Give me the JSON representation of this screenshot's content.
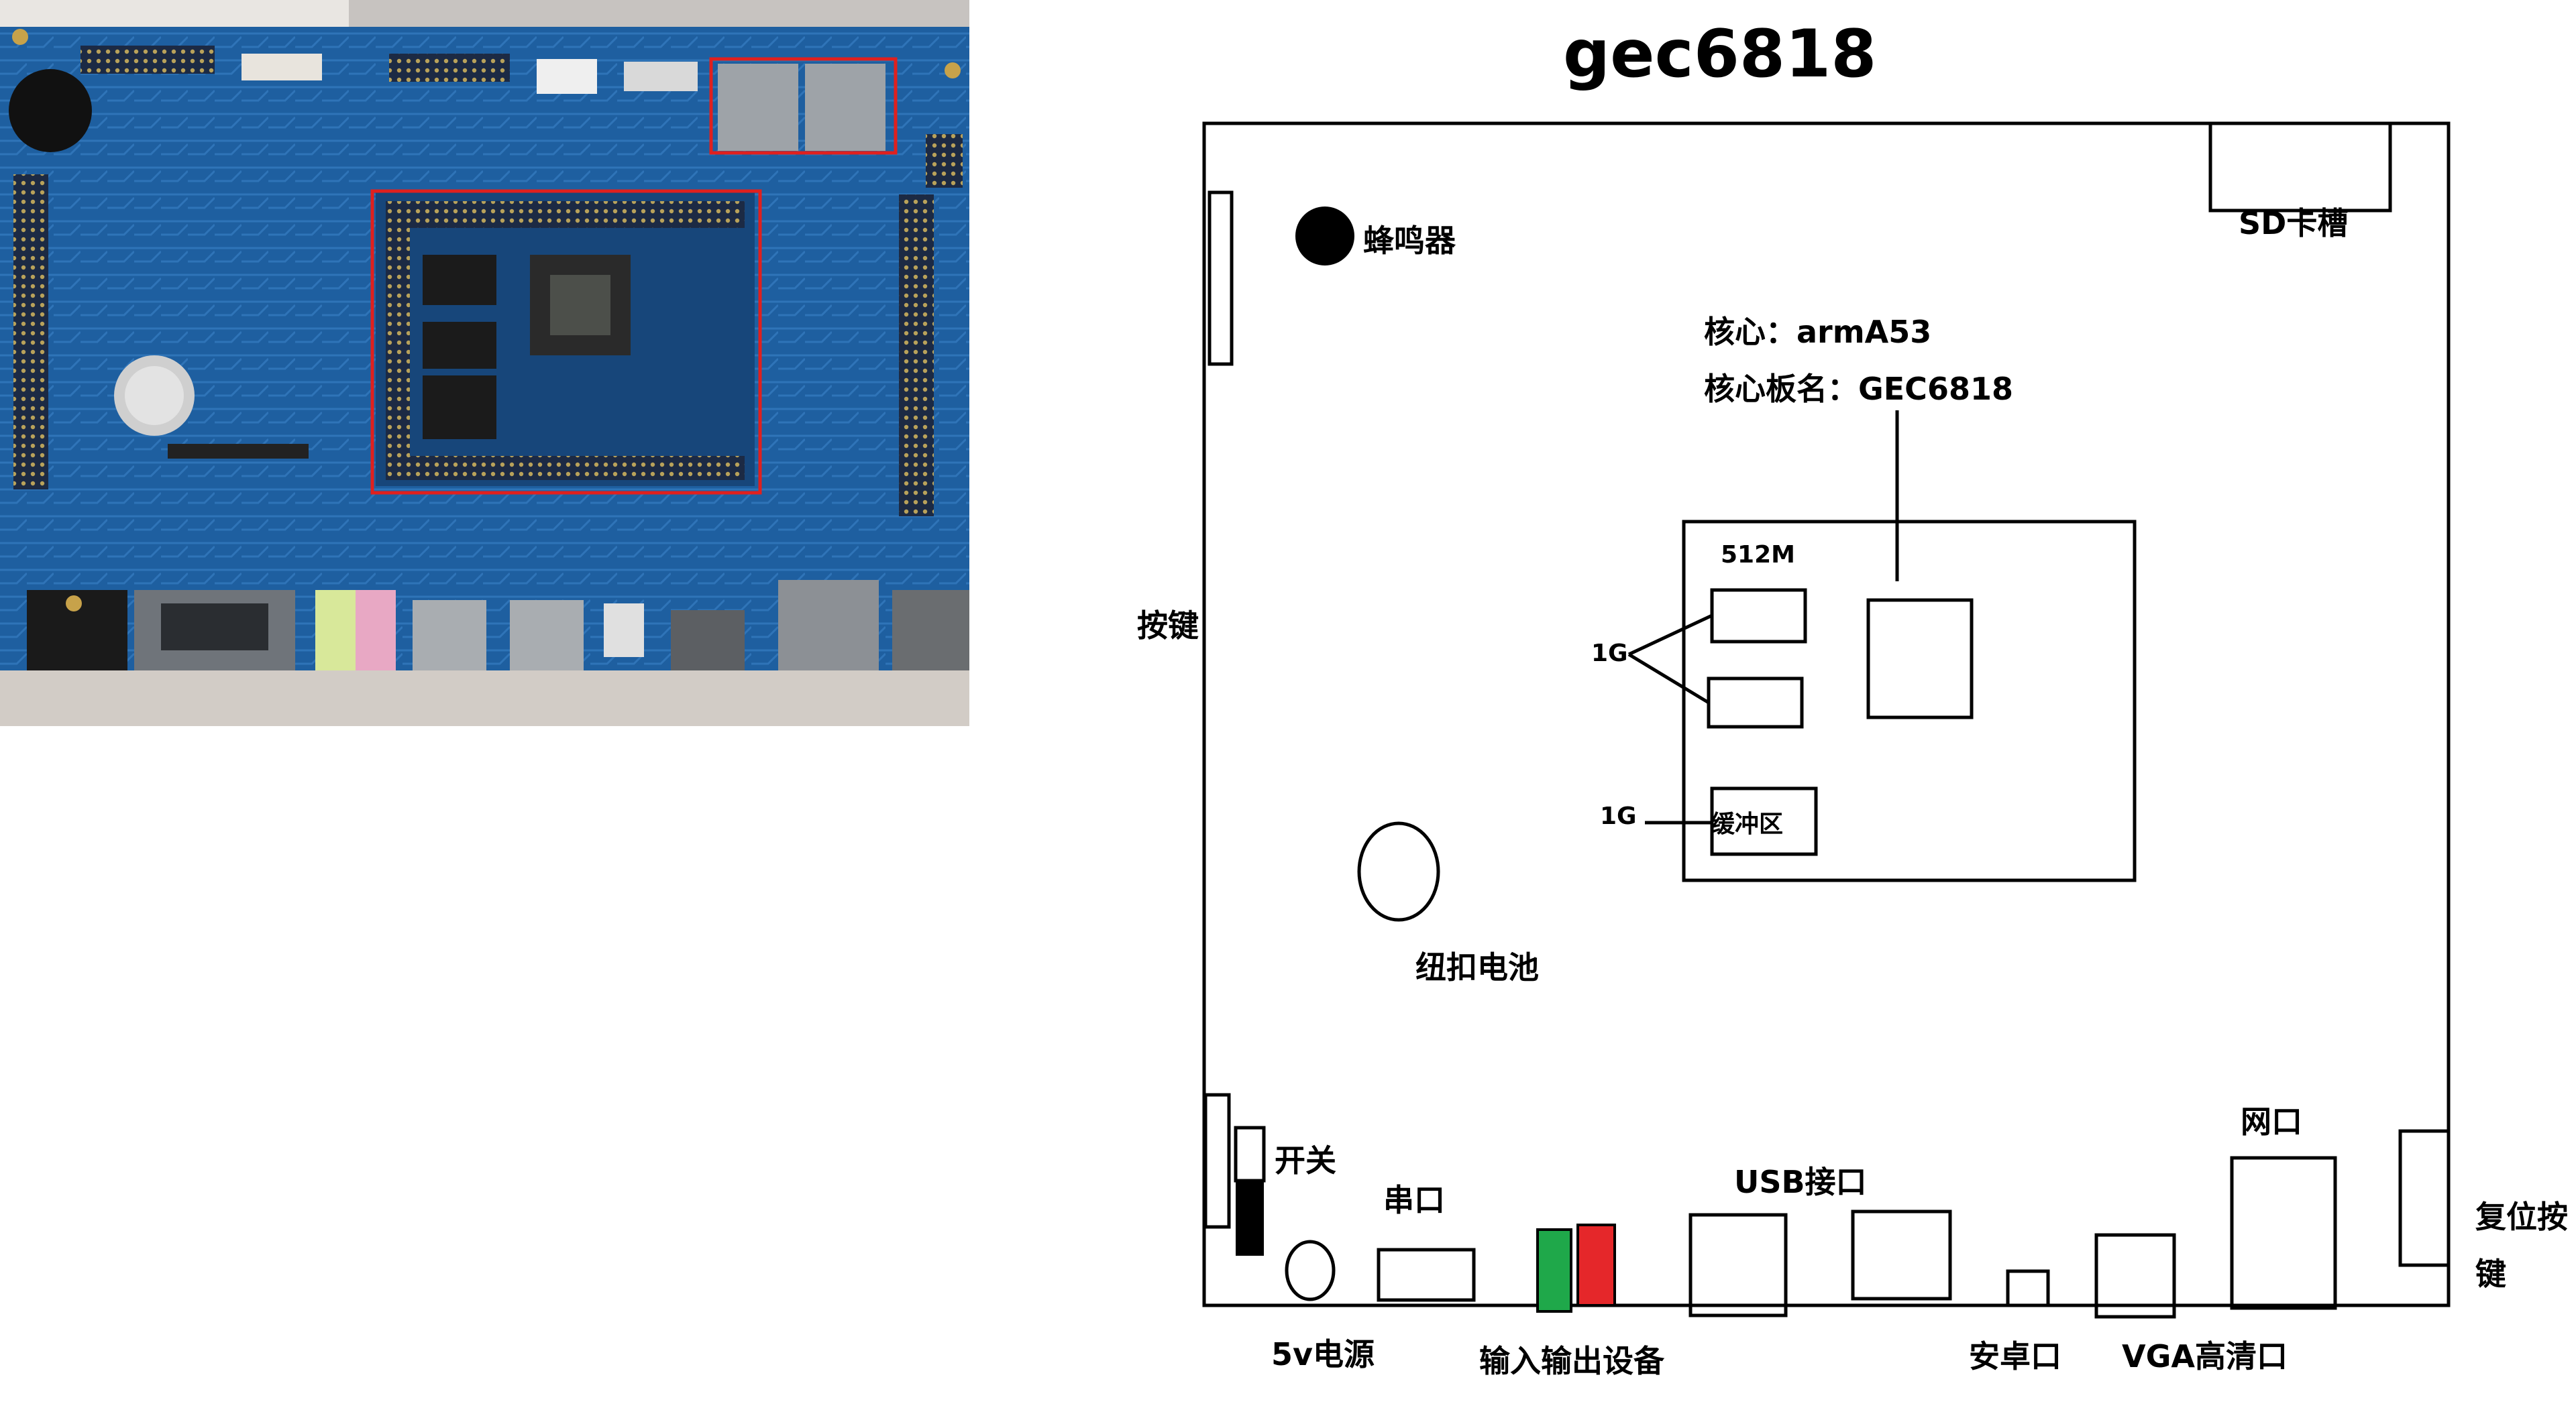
{
  "title": "gec6818",
  "labels": {
    "buzzer": "蜂鸣器",
    "sd_slot": "SD卡槽",
    "core": "核心：armA53",
    "core_board": "核心板名：GEC6818",
    "mem_512m": "512M",
    "mem_1g_a": "1G",
    "mem_1g_b": "1G",
    "buffer": "缓冲区",
    "keys": "按键",
    "coin_battery": "纽扣电池",
    "switch": "开关",
    "serial": "串口",
    "usb": "USB接口",
    "ethernet": "网口",
    "reset_key_line1": "复位按",
    "reset_key_line2": "键",
    "power_5v": "5v电源",
    "io_devices": "输入输出设备",
    "android_port": "安卓口",
    "vga_hdmi": "VGA高清口"
  },
  "colors": {
    "pcb_blue": "#1e5fa0",
    "io_green": "#1fa84a",
    "io_red": "#e5272a",
    "highlight_red": "#e0201e",
    "ink": "#000000"
  }
}
